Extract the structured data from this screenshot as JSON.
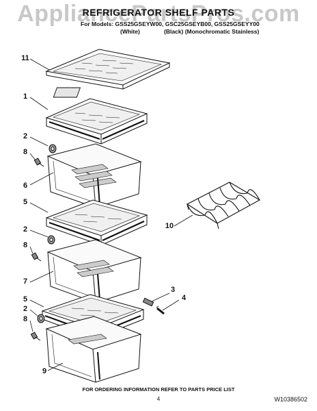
{
  "watermark": "AppliancePartsPros.com",
  "header": {
    "title": "REFRIGERATOR SHELF PARTS",
    "models_line": "For Models: GSS25GSEYW00, GSC25GSEYB00, GSS25GSEYY00",
    "variant_white": "(White)",
    "variant_black_stainless": "(Black) (Monochromatic Stainless)"
  },
  "callouts": {
    "c11": "11",
    "c1": "1",
    "c2a": "2",
    "c8a": "8",
    "c6": "6",
    "c5a": "5",
    "c2b": "2",
    "c8b": "8",
    "c7": "7",
    "c10": "10",
    "c3": "3",
    "c4": "4",
    "c5b": "5",
    "c2c": "2",
    "c8c": "8",
    "c9": "9"
  },
  "footer": {
    "ordering_note": "FOR ORDERING INFORMATION REFER TO PARTS PRICE LIST",
    "page_number": "4",
    "document_id": "W10386502"
  }
}
